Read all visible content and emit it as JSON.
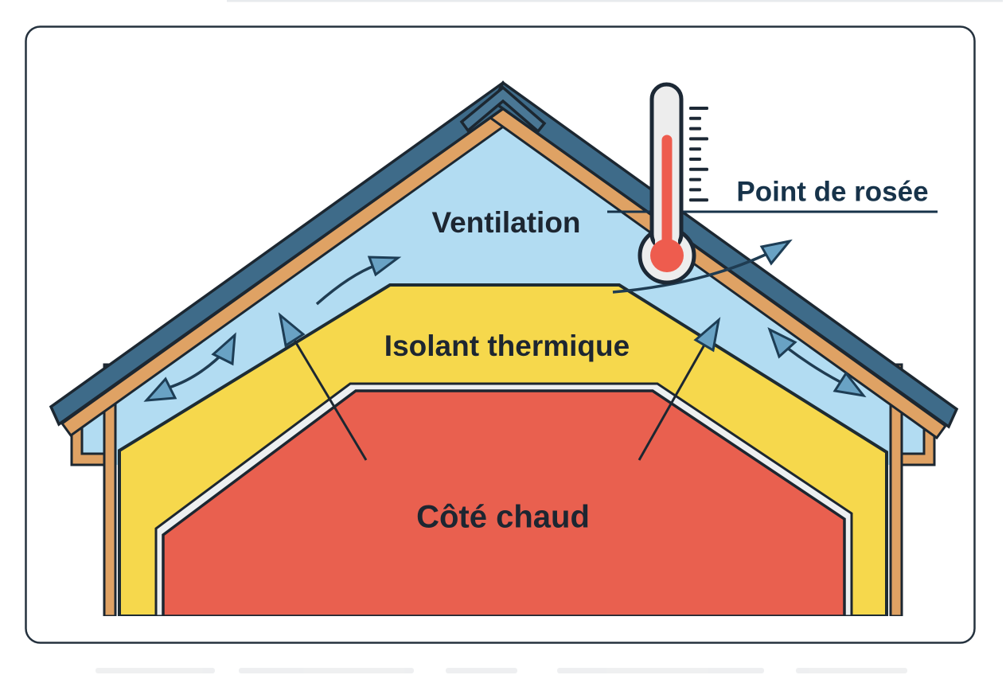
{
  "diagram": {
    "type": "roof-insulation-cross-section",
    "labels": {
      "ventilation": "Ventilation",
      "insulation": "Isolant thermique",
      "warm_side": "Côté chaud",
      "dew_point": "Point de rosée"
    },
    "colors": {
      "outline": "#1c2731",
      "border": "#25323e",
      "ventilation_blue": "#b2dcf2",
      "insulation_yellow": "#f6d84c",
      "warm_red": "#e9604f",
      "wood_tan": "#dfa264",
      "roof_slate": "#3e6b89",
      "ridge_cap": "#4a7795",
      "vapor_barrier_white": "#edf0f1",
      "arrow_blue": "#69a2c4",
      "thermometer_fluid": "#ee5c4e",
      "thermometer_body": "#ededed",
      "label_dark": "#1d2631",
      "dew_point_navy": "#17334a"
    }
  }
}
